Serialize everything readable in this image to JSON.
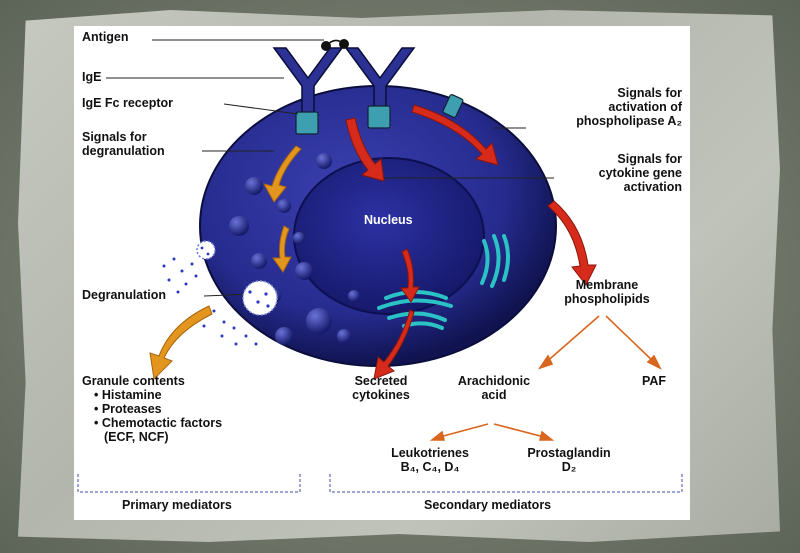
{
  "labels": {
    "antigen": "Antigen",
    "ige": "IgE",
    "ige_fc_receptor": "IgE Fc receptor",
    "signals_degranulation": "Signals for\ndegranulation",
    "degranulation": "Degranulation",
    "nucleus": "Nucleus",
    "signals_phospholipase": "Signals for\nactivation of\nphospholipase A₂",
    "signals_cytokine": "Signals for\ncytokine gene\nactivation",
    "membrane_phospholipids": "Membrane\nphospholipids",
    "granule_contents_title": "Granule contents",
    "granule_items": [
      "• Histamine",
      "• Proteases",
      "• Chemotactic factors"
    ],
    "granule_ecf": "(ECF, NCF)",
    "secreted_cytokines": "Secreted\ncytokines",
    "arachidonic_acid": "Arachidonic\nacid",
    "paf": "PAF",
    "leukotrienes": "Leukotrienes\nB₄, C₄, D₄",
    "prostaglandin": "Prostaglandin\nD₂",
    "primary_mediators": "Primary mediators",
    "secondary_mediators": "Secondary mediators"
  },
  "colors": {
    "cell": "#2a2f96",
    "cell_dark": "#0e1150",
    "red_arrow": "#d62a1a",
    "orange_arrow": "#e3961e",
    "golgi": "#2bc2c6"
  }
}
